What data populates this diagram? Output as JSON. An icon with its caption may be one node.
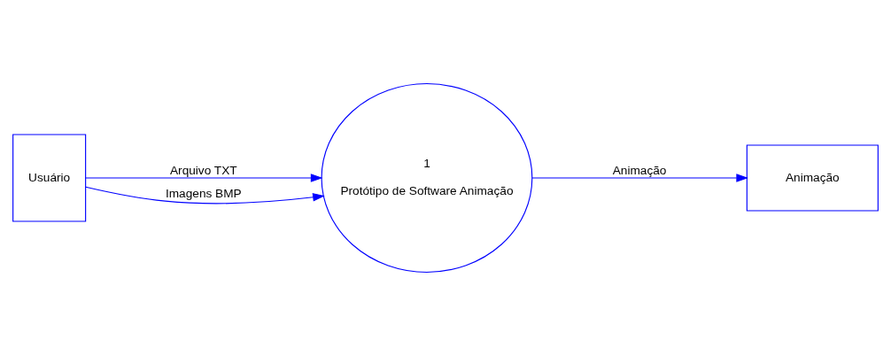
{
  "diagram": {
    "nodes": [
      {
        "text": [
          "Usuário"
        ]
      },
      {
        "text": [
          "1",
          "Protótipo de Software Animação"
        ]
      },
      {
        "text": [
          "Animação"
        ]
      }
    ],
    "edges": [
      {
        "from": 0,
        "to": 1,
        "arrow": "to",
        "label": "Arquivo TXT"
      },
      {
        "from": 0,
        "to": 1,
        "arrow": "to",
        "label": "Imagens BMP"
      },
      {
        "from": 1,
        "to": 2,
        "arrow": "to",
        "label": "Animação"
      }
    ]
  }
}
